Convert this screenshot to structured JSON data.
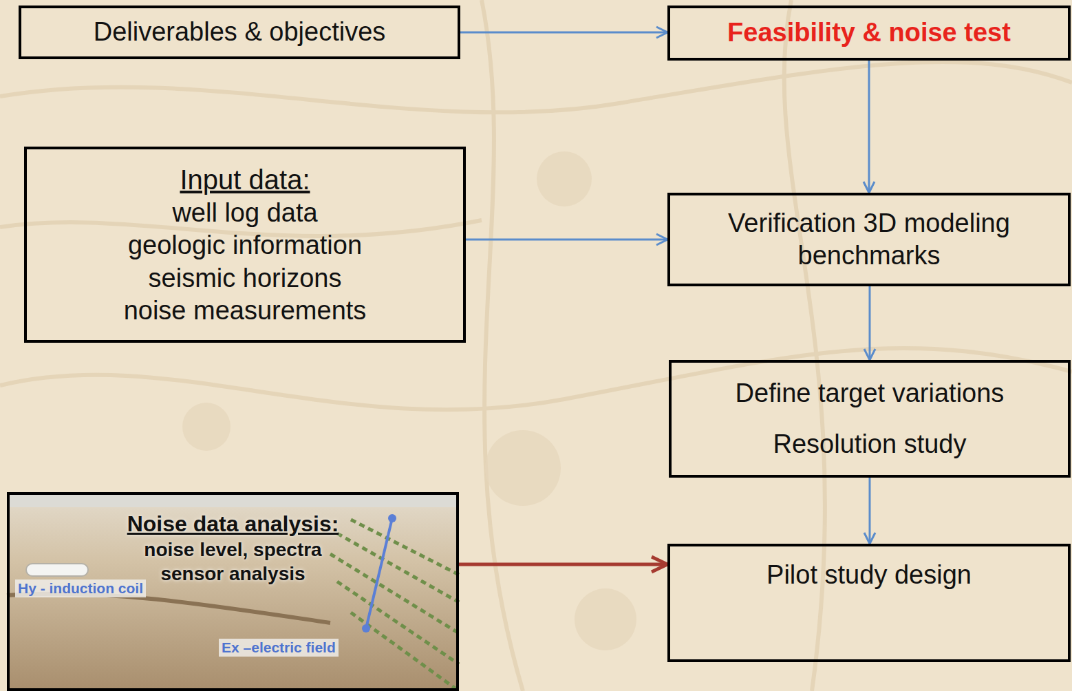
{
  "diagram": {
    "nodes": [
      {
        "text": [
          "Deliverables & objectives"
        ]
      },
      {
        "text": [
          "Feasibility & noise test"
        ]
      },
      {
        "text": [
          "Input data:",
          "well log data",
          "geologic information",
          "seismic horizons",
          "noise measurements"
        ]
      },
      {
        "text": [
          "Verification 3D modeling benchmarks"
        ]
      },
      {
        "text": [
          "Define target variations",
          "Resolution study"
        ]
      },
      {
        "text": [
          "Pilot study design"
        ]
      },
      {
        "text": [
          "Noise data analysis:",
          "noise level, spectra",
          "sensor analysis"
        ]
      }
    ],
    "edges": [
      {
        "from": 0,
        "to": 1,
        "arrow": "to"
      },
      {
        "from": 1,
        "to": 3,
        "arrow": "to"
      },
      {
        "from": 2,
        "to": 3,
        "arrow": "to"
      },
      {
        "from": 3,
        "to": 4,
        "arrow": "to"
      },
      {
        "from": 4,
        "to": 5,
        "arrow": "to"
      },
      {
        "from": 6,
        "to": 5,
        "arrow": "to"
      }
    ],
    "labels": [
      "Hy - induction coil",
      "Ex –electric field"
    ]
  }
}
